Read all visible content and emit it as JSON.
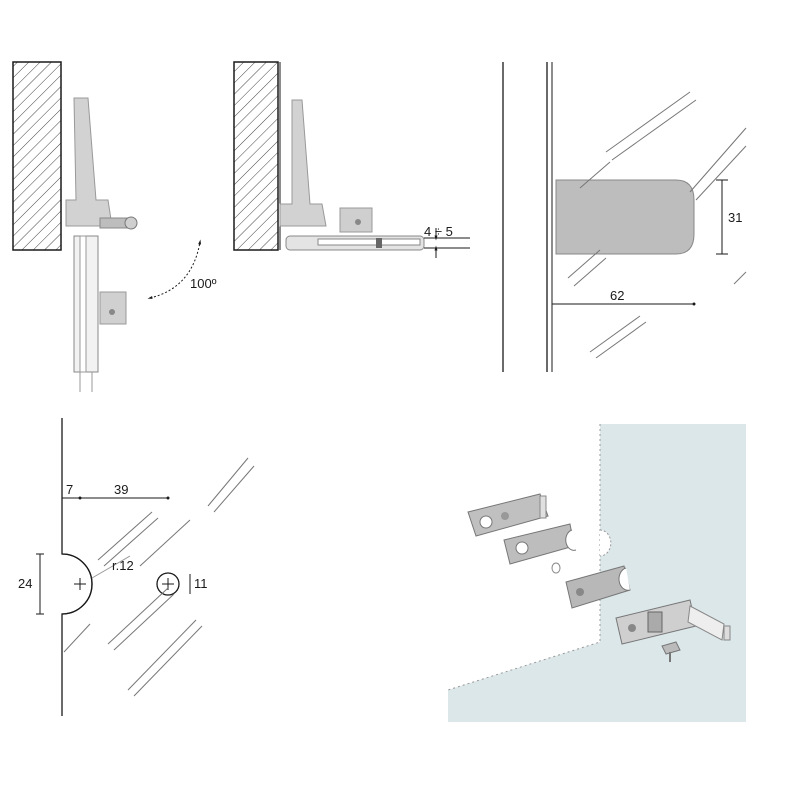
{
  "panels": {
    "hinge_rotation": {
      "angle_label": "100º",
      "gap_label": "4 ÷ 5"
    },
    "plate_dimensions": {
      "height_label": "31",
      "length_label": "62"
    },
    "glass_cutout": {
      "edge_offset_label": "7",
      "hole_distance_label": "39",
      "cutout_height_label": "24",
      "radius_label": "r.12",
      "hole_diameter_label": "11"
    }
  },
  "colors": {
    "line": "#1a1a1a",
    "part_gray": "#c8c8c8",
    "plate_gray": "#b8b8b8",
    "panel_bg": "#dce7ea",
    "hatch": "#333333"
  }
}
